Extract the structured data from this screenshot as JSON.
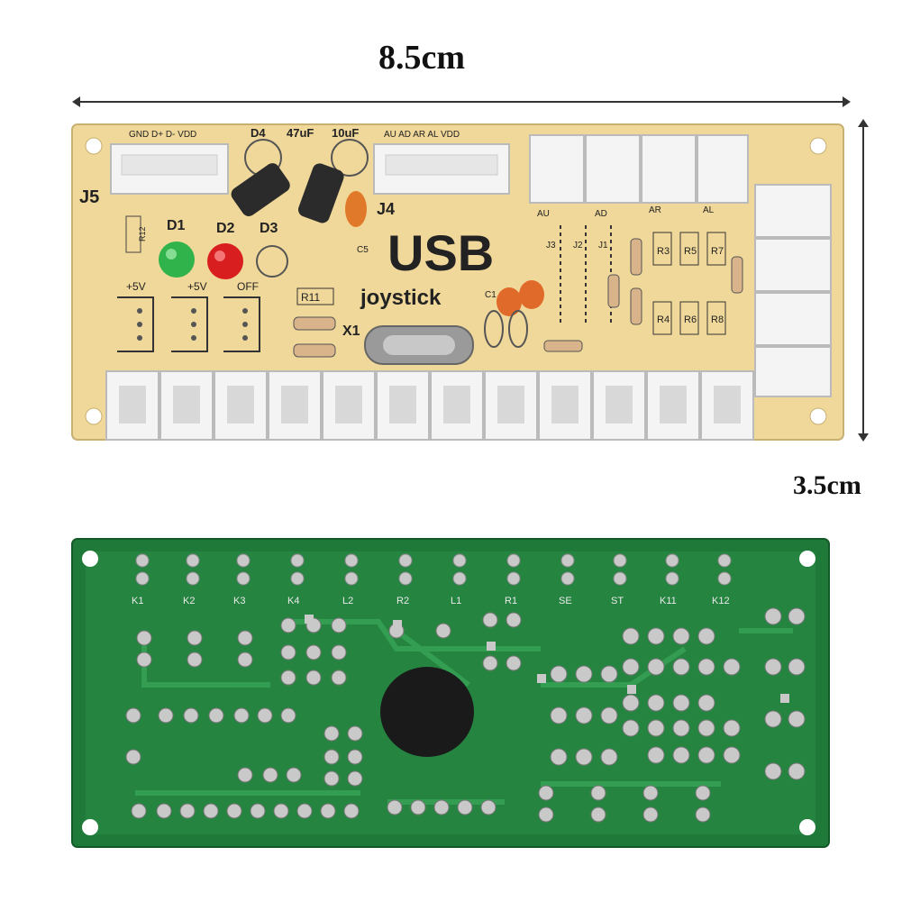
{
  "dimensions": {
    "width_label": "8.5cm",
    "height_label": "3.5cm"
  },
  "front_board": {
    "header_j5_pins": "GND D+ D- VDD",
    "label_j5": "J5",
    "label_d4": "D4",
    "label_cap1": "47uF",
    "label_cap2": "10uF",
    "header_j4_pins": "AU AD AR AL VDD",
    "label_j4": "J4",
    "label_d1": "D1",
    "label_d2": "D2",
    "label_d3": "D3",
    "label_usb": "USB",
    "label_joystick": "joystick",
    "label_5v_a": "+5V",
    "label_5v_b": "+5V",
    "label_off": "OFF",
    "label_r11": "R11",
    "label_x1": "X1",
    "label_au": "AU",
    "label_ad": "AD",
    "label_ar": "AR",
    "label_al": "AL",
    "label_j3": "J3",
    "label_j2": "J2",
    "label_j1": "J1",
    "resistors_top": [
      "R3",
      "R5",
      "R7"
    ],
    "resistors_bottom": [
      "R4",
      "R6",
      "R8"
    ],
    "label_r12": "R12",
    "label_c5": "C5",
    "label_c1": "C1"
  },
  "back_board": {
    "pad_labels": [
      "K1",
      "K2",
      "K3",
      "K4",
      "L2",
      "R2",
      "L1",
      "R1",
      "SE",
      "ST",
      "K11",
      "K12"
    ]
  },
  "colors": {
    "front_pcb": "#f0d89a",
    "back_pcb": "#1f7a3a",
    "connector": "#f4f4f4",
    "led_green": "#2fb34a",
    "led_red": "#d81e1e",
    "capacitor": "#2b2b2b",
    "ceramic_cap": "#e06a2a",
    "solder": "#c9c9c9",
    "blob": "#1a1a1a"
  }
}
